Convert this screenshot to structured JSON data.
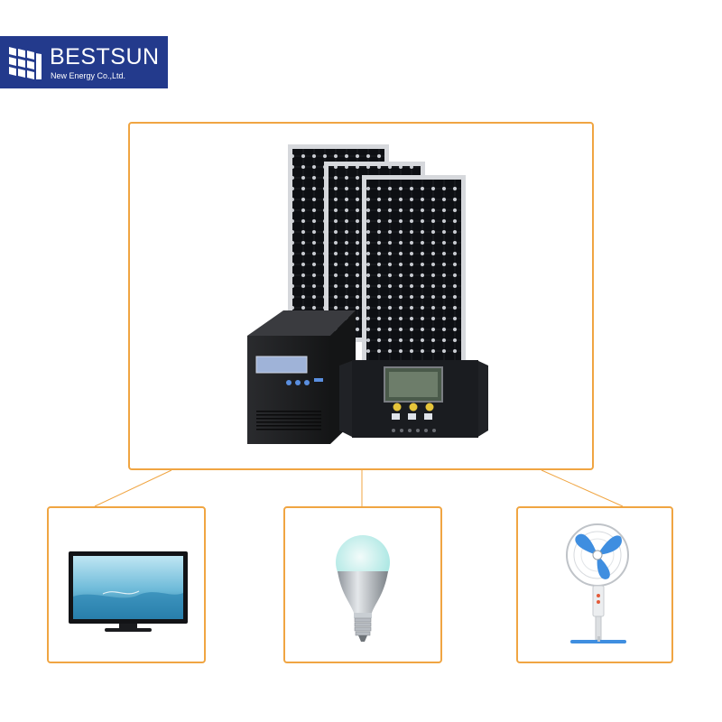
{
  "brand": {
    "name": "BESTSUN",
    "tagline": "New Energy Co.,Ltd.",
    "color": "#233a8c"
  },
  "frame_color": "#f0a542",
  "components": {
    "main": [
      "solar-panel",
      "solar-panel",
      "solar-panel",
      "inverter",
      "charge-controller"
    ],
    "loads": [
      "television",
      "led-bulb",
      "electric-fan"
    ]
  }
}
